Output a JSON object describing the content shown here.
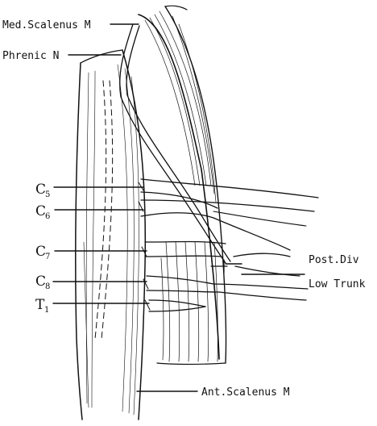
{
  "labels": {
    "med_scalenus": "Med.Scalenus M",
    "phrenic": "Phrenic N",
    "post_div": "Post.Div",
    "low_trunk": "Low Trunk",
    "ant_scalenus": "Ant.Scalenus M"
  },
  "roots": [
    {
      "letter": "C",
      "sub": "5"
    },
    {
      "letter": "C",
      "sub": "6"
    },
    {
      "letter": "C",
      "sub": "7"
    },
    {
      "letter": "C",
      "sub": "8"
    },
    {
      "letter": "T",
      "sub": "1"
    }
  ]
}
